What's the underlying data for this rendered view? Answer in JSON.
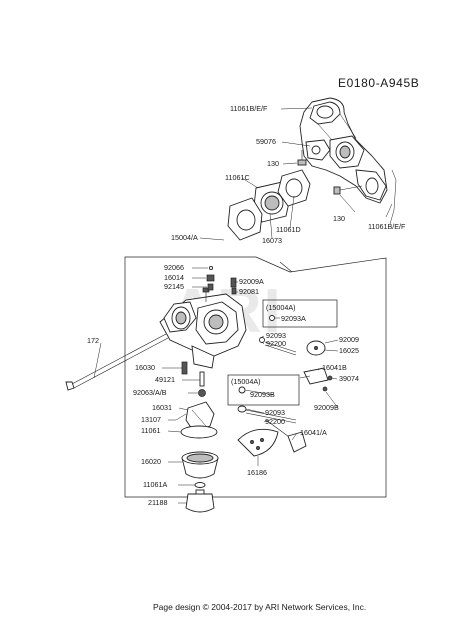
{
  "diagram_code": "E0180-A945B",
  "watermark": "ARI",
  "footer": "Page design © 2004-2017 by ARI Network Services, Inc.",
  "kit_box_label": "(15004A)",
  "parts": {
    "p11061bef_top": "11061B/E/F",
    "p59076": "59076",
    "p130_a": "130",
    "p11061c": "11061C",
    "p11061d": "11061D",
    "p16073": "16073",
    "p130_b": "130",
    "p11061bef_right": "11061B/E/F",
    "p15004a": "15004/A",
    "p92066": "92066",
    "p16014": "16014",
    "p92145": "92145",
    "p92009a": "92009A",
    "p92081": "92081",
    "p92093a": "92093A",
    "p172": "172",
    "p92093_a": "92093",
    "p92200_a": "92200",
    "p92009": "92009",
    "p16025": "16025",
    "p16030": "16030",
    "p16041b": "16041B",
    "p49121": "49121",
    "p39074": "39074",
    "p92063ab": "92063/A/B",
    "p92093b": "92093B",
    "p92009b": "92009B",
    "p16031": "16031",
    "p92093_b": "92093",
    "p13107": "13107",
    "p92200_b": "92200",
    "p11061": "11061",
    "p16041a": "16041/A",
    "p16020": "16020",
    "p16186": "16186",
    "p11061a": "11061A",
    "p21188": "21188"
  }
}
